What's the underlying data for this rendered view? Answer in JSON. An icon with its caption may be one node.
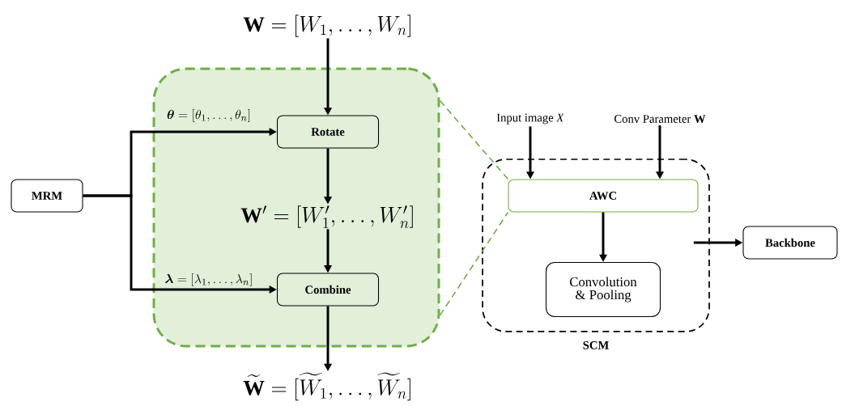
{
  "diagram": {
    "nodes": [
      {
        "text": [
          "\\mathbf{W}=[W_{1},\\ldots,W_{n}]"
        ]
      },
      {
        "text": [],
        "shape": "box"
      },
      {
        "text": [
          "Rotate"
        ],
        "in": 1
      },
      {
        "text": [
          "\\mathbf{W}'=[W_{1}',\\ldots,W_{n}']"
        ],
        "in": 1
      },
      {
        "text": [
          "Combine"
        ],
        "in": 1
      },
      {
        "text": [
          "\\widetilde{\\mathbf{W}}=[\\widetilde{W}_{1},\\ldots,\\widetilde{W}_{n}]"
        ]
      },
      {
        "text": [
          "MRM"
        ]
      },
      {
        "text": [
          "SCM"
        ]
      },
      {
        "text": [
          "Input image *X*"
        ]
      },
      {
        "text": [
          "Conv Parameter **W**"
        ]
      },
      {
        "text": [
          "AWC"
        ],
        "in": 7
      },
      {
        "text": [
          "Convolution & Pooling"
        ],
        "in": 7
      },
      {
        "text": [
          "Backbone"
        ]
      }
    ],
    "edges": [
      {
        "from": 0,
        "to": 2,
        "arrow": "to"
      },
      {
        "from": 2,
        "to": 3,
        "arrow": "to"
      },
      {
        "from": 3,
        "to": 4,
        "arrow": "to"
      },
      {
        "from": 4,
        "to": 5,
        "arrow": "to"
      },
      {
        "from": 6,
        "to": 2,
        "arrow": "to",
        "label": "\\bm{\\theta}=[\\theta_{1},\\ldots,\\theta_{n}]"
      },
      {
        "from": 6,
        "to": 4,
        "arrow": "to",
        "label": "\\bm{\\lambda}=[\\lambda_{1},\\ldots,\\lambda_{n}]"
      },
      {
        "from": 8,
        "to": 10,
        "arrow": "to"
      },
      {
        "from": 9,
        "to": 10,
        "arrow": "to"
      },
      {
        "from": 10,
        "to": 11,
        "arrow": "to"
      },
      {
        "from": 7,
        "to": 12,
        "arrow": "to"
      },
      {
        "from": 1,
        "to": 10,
        "arrow": "none",
        "style": "dashed",
        "color": "#70ad47"
      },
      {
        "from": 1,
        "to": 10,
        "arrow": "none",
        "style": "dashed",
        "color": "#70ad47"
      }
    ]
  }
}
